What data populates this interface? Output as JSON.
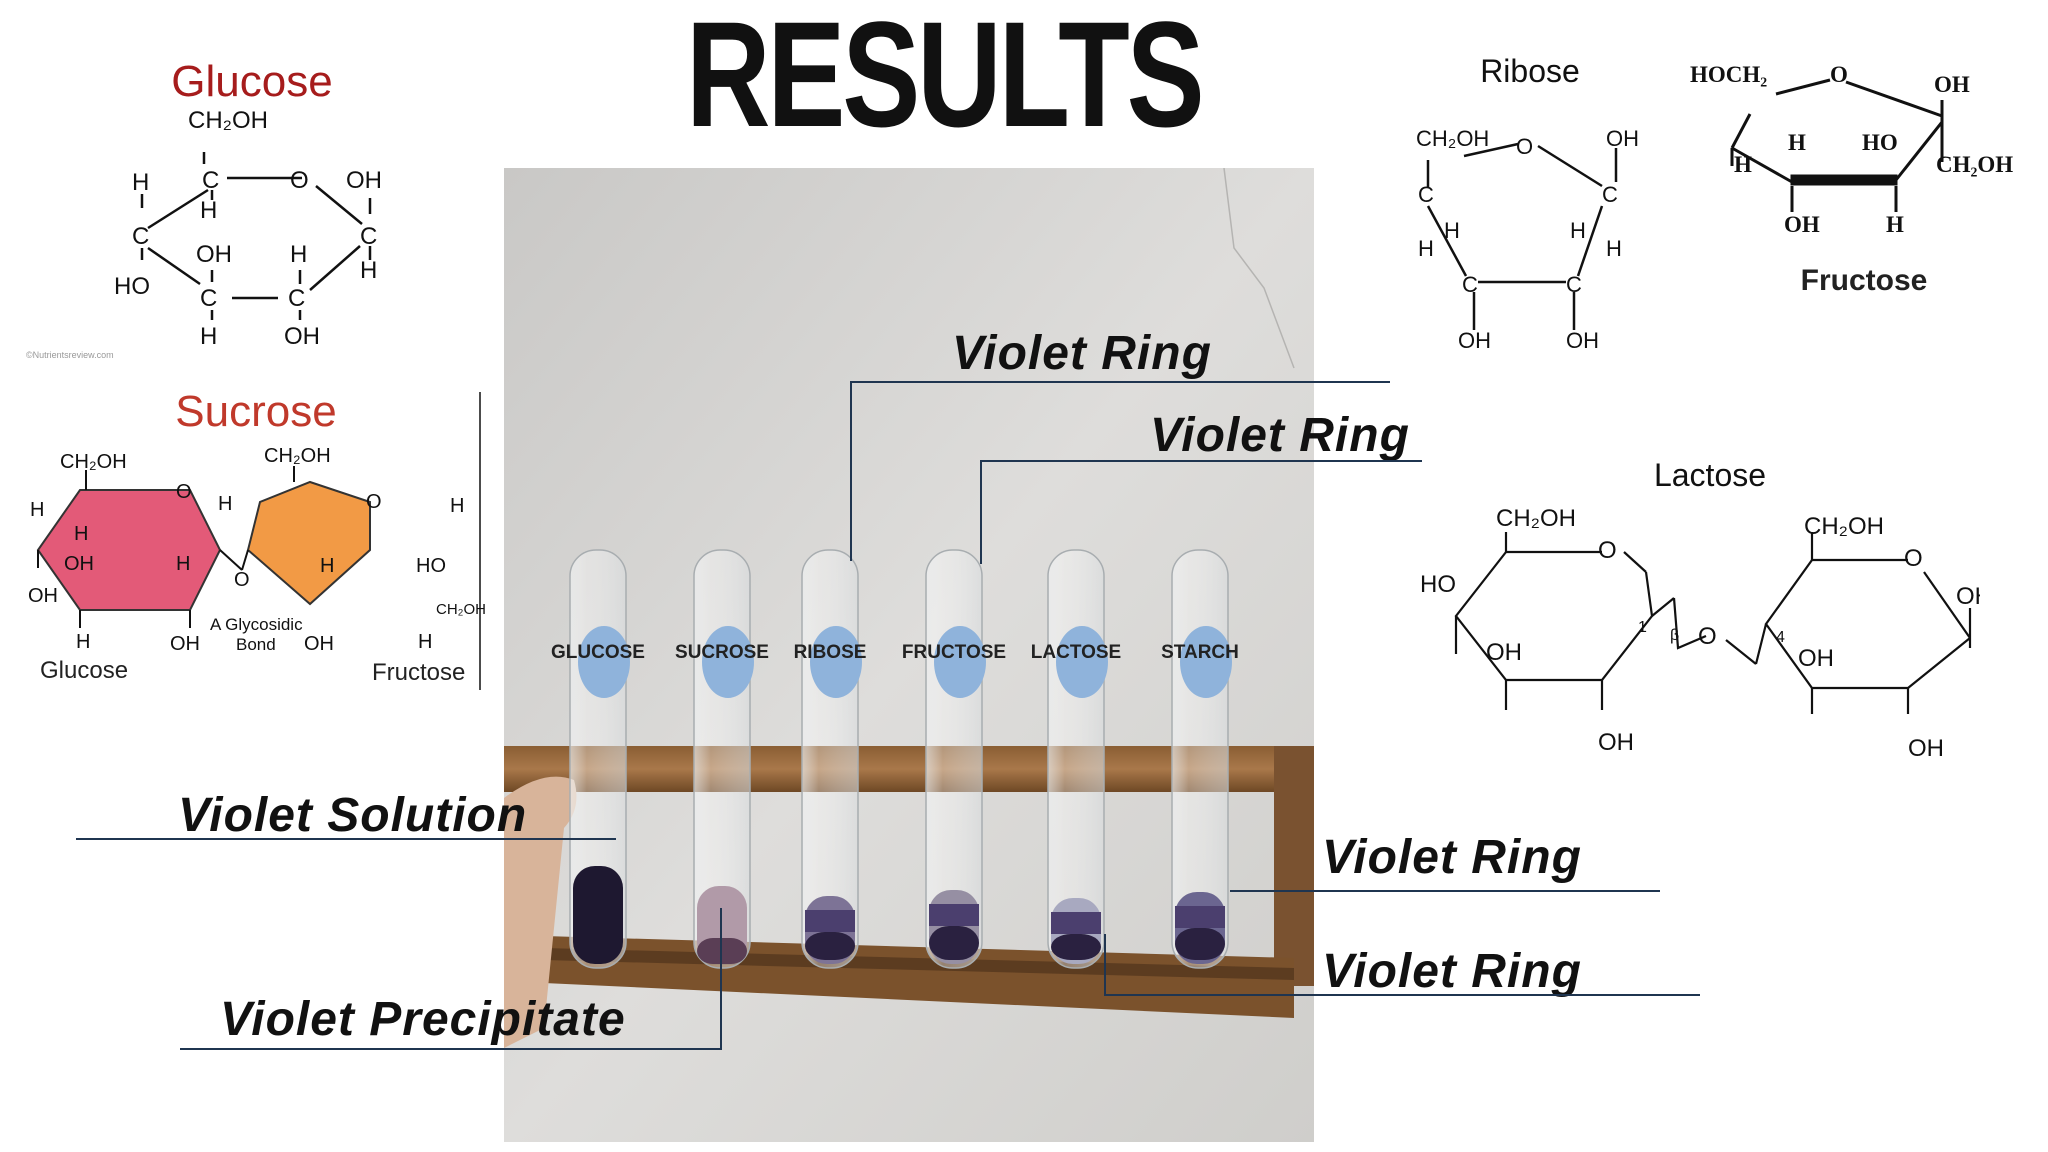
{
  "title": "RESULTS",
  "glucose": {
    "heading": "Glucose",
    "atoms": {
      "ch2oh": "CH₂OH",
      "c": "C",
      "o": "O",
      "h": "H",
      "oh": "OH",
      "ho": "HO"
    },
    "credit": "©Nutrientsreview.com"
  },
  "sucrose": {
    "heading": "Sucrose",
    "ch2oh": "CH₂OH",
    "o": "O",
    "h": "H",
    "oh": "OH",
    "ho": "HO",
    "bond_label_1": "A Glycosidic",
    "bond_label_2": "Bond",
    "glucose_label": "Glucose",
    "fructose_label": "Fructose",
    "ring_ch2oh": "CH₂OH",
    "glucose_color": "#e35a78",
    "fructose_color": "#f29a45"
  },
  "ribose": {
    "heading": "Ribose",
    "ch2oh": "CH₂OH",
    "o": "O",
    "oh": "OH",
    "c": "C",
    "h": "H"
  },
  "fructose": {
    "heading": "Fructose",
    "hoch2": "HOCH₂",
    "o": "O",
    "oh": "OH",
    "h": "H",
    "ho": "HO",
    "ch2oh": "CH₂OH"
  },
  "lactose": {
    "heading": "Lactose",
    "ch2oh": "CH₂OH",
    "o": "O",
    "oh": "OH",
    "ho": "HO",
    "n1": "1",
    "beta": "β",
    "n4": "4"
  },
  "tubes": [
    "GLUCOSE",
    "SUCROSE",
    "RIBOSE",
    "FRUCTOSE",
    "LACTOSE",
    "STARCH"
  ],
  "annotations": {
    "ribose_result": "Violet Ring",
    "fructose_result": "Violet Ring",
    "glucose_result": "Violet Solution",
    "sucrose_result": "Violet Precipitate",
    "starch_result": "Violet Ring",
    "lactose_result": "Violet Ring"
  },
  "colors": {
    "annotation_line": "#1f3550",
    "glucose_heading": "#a61c1c",
    "sucrose_heading": "#c0392b",
    "violet_dark": "#2a2140",
    "violet_mid": "#4b3f6e"
  }
}
